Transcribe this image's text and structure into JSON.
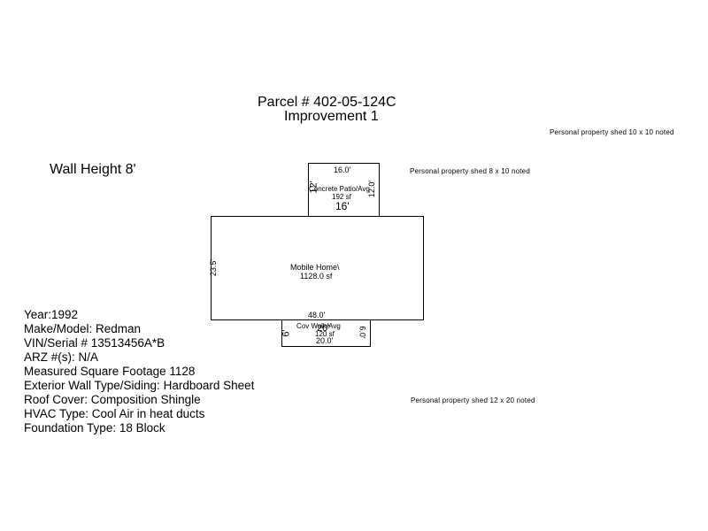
{
  "header": {
    "parcel": "Parcel # 402-05-124C",
    "improvement": "Improvement 1"
  },
  "wall_height": "Wall Height 8'",
  "notes": [
    "Personal property shed 10 x 10 noted",
    "Personal property shed 8 x 10 noted",
    "Personal property shed 12 x 20 noted"
  ],
  "sketch": {
    "patio": {
      "top_dim": "16.0'",
      "name": "Concrete Patio/Avg",
      "area": "192 sf",
      "bottom_dim": "16'",
      "left_dim": "12'",
      "right_dim": "12.0'"
    },
    "home": {
      "name": "Mobile Home\\",
      "area": "1128.0 sf",
      "left_dim": "23.5'",
      "bottom_dim": "48.0'"
    },
    "walk": {
      "name": "Cov Walk/Avg",
      "top_dim": "20'",
      "area": "120 sf",
      "bottom_dim": "20.0'",
      "left_dim": "6'",
      "right_dim": "6.0'"
    }
  },
  "info": [
    "Year:1992",
    "Make/Model: Redman",
    "VIN/Serial # 13513456A*B",
    "ARZ #(s): N/A",
    "Measured Square Footage 1128",
    "Exterior Wall Type/Siding: Hardboard Sheet",
    "Roof Cover: Composition Shingle",
    "HVAC Type: Cool Air in heat ducts",
    "Foundation Type: 18 Block"
  ]
}
